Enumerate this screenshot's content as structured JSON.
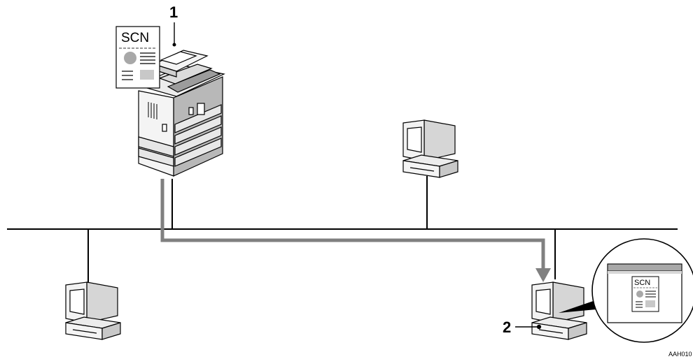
{
  "callouts": {
    "scanner": "1",
    "client": "2"
  },
  "document_label": "SCN",
  "viewer_document_label": "SCN",
  "figure_code": "AAH010",
  "colors": {
    "line": "#000000",
    "flow_arrow": "#808080",
    "light_gray": "#d8d8d8",
    "mid_gray": "#a8a8a8"
  },
  "icons": [
    "multifunction-printer-icon",
    "scanned-document-icon",
    "desktop-computer-icon",
    "magnified-screen-icon"
  ]
}
